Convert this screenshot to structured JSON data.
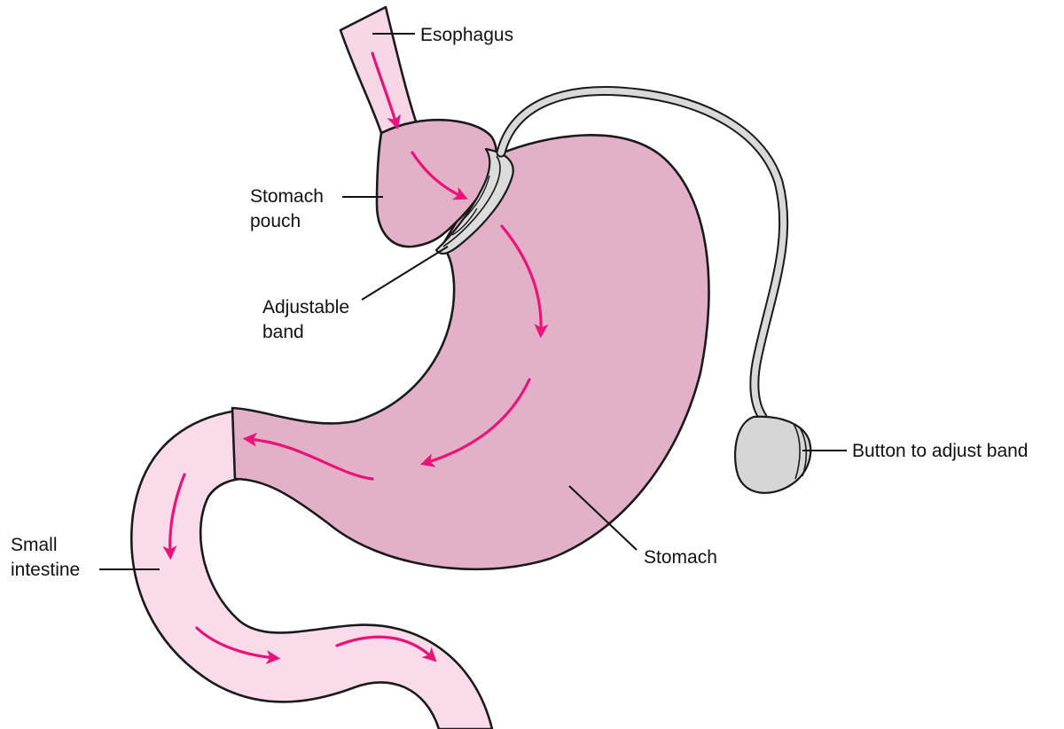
{
  "labels": {
    "esophagus": "Esophagus",
    "stomach_pouch_line1": "Stomach",
    "stomach_pouch_line2": "pouch",
    "adjustable_band_line1": "Adjustable",
    "adjustable_band_line2": "band",
    "button": "Button to adjust band",
    "small_intestine_line1": "Small",
    "small_intestine_line2": "intestine",
    "stomach": "Stomach"
  },
  "colors": {
    "stomach_fill": "#e2b1c8",
    "pouch_fill": "#e2b1c8",
    "esophagus_fill": "#f7d6e6",
    "intestine_fill": "#f9dbe9",
    "arrow": "#e8147a",
    "tube": "#d9d9d9",
    "button_fill": "#d6d6d6",
    "outline": "#1a1a1a"
  },
  "icons": {
    "flow_arrows": "arrow-icon",
    "port_button": "port-icon"
  }
}
